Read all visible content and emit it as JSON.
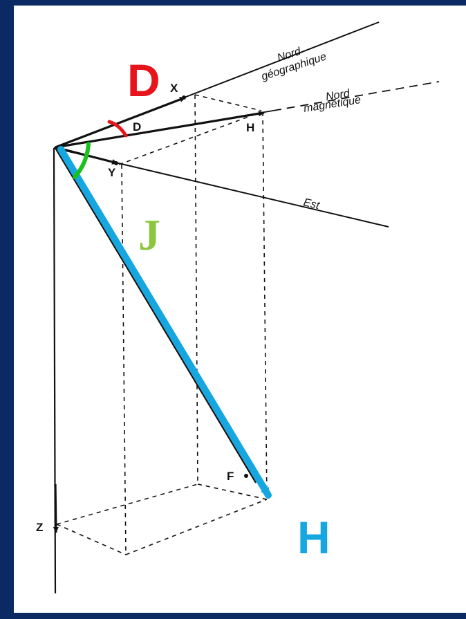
{
  "labels": {
    "nord_geo_1": "Nord",
    "nord_geo_2": "géographique",
    "nord_mag_1": "Nord",
    "nord_mag_2": "magnétique",
    "est": "Est",
    "x": "X",
    "y": "Y",
    "z": "Z",
    "h_small": "H",
    "f": "F",
    "d_small": "D",
    "big_d": "D",
    "big_j": "J",
    "big_h": "H"
  },
  "colors": {
    "frame": "#0b2a63",
    "declination": "#e8141b",
    "inclination": "#18c21b",
    "field_vector": "#17a7e0",
    "j_label": "#8cc63f"
  }
}
